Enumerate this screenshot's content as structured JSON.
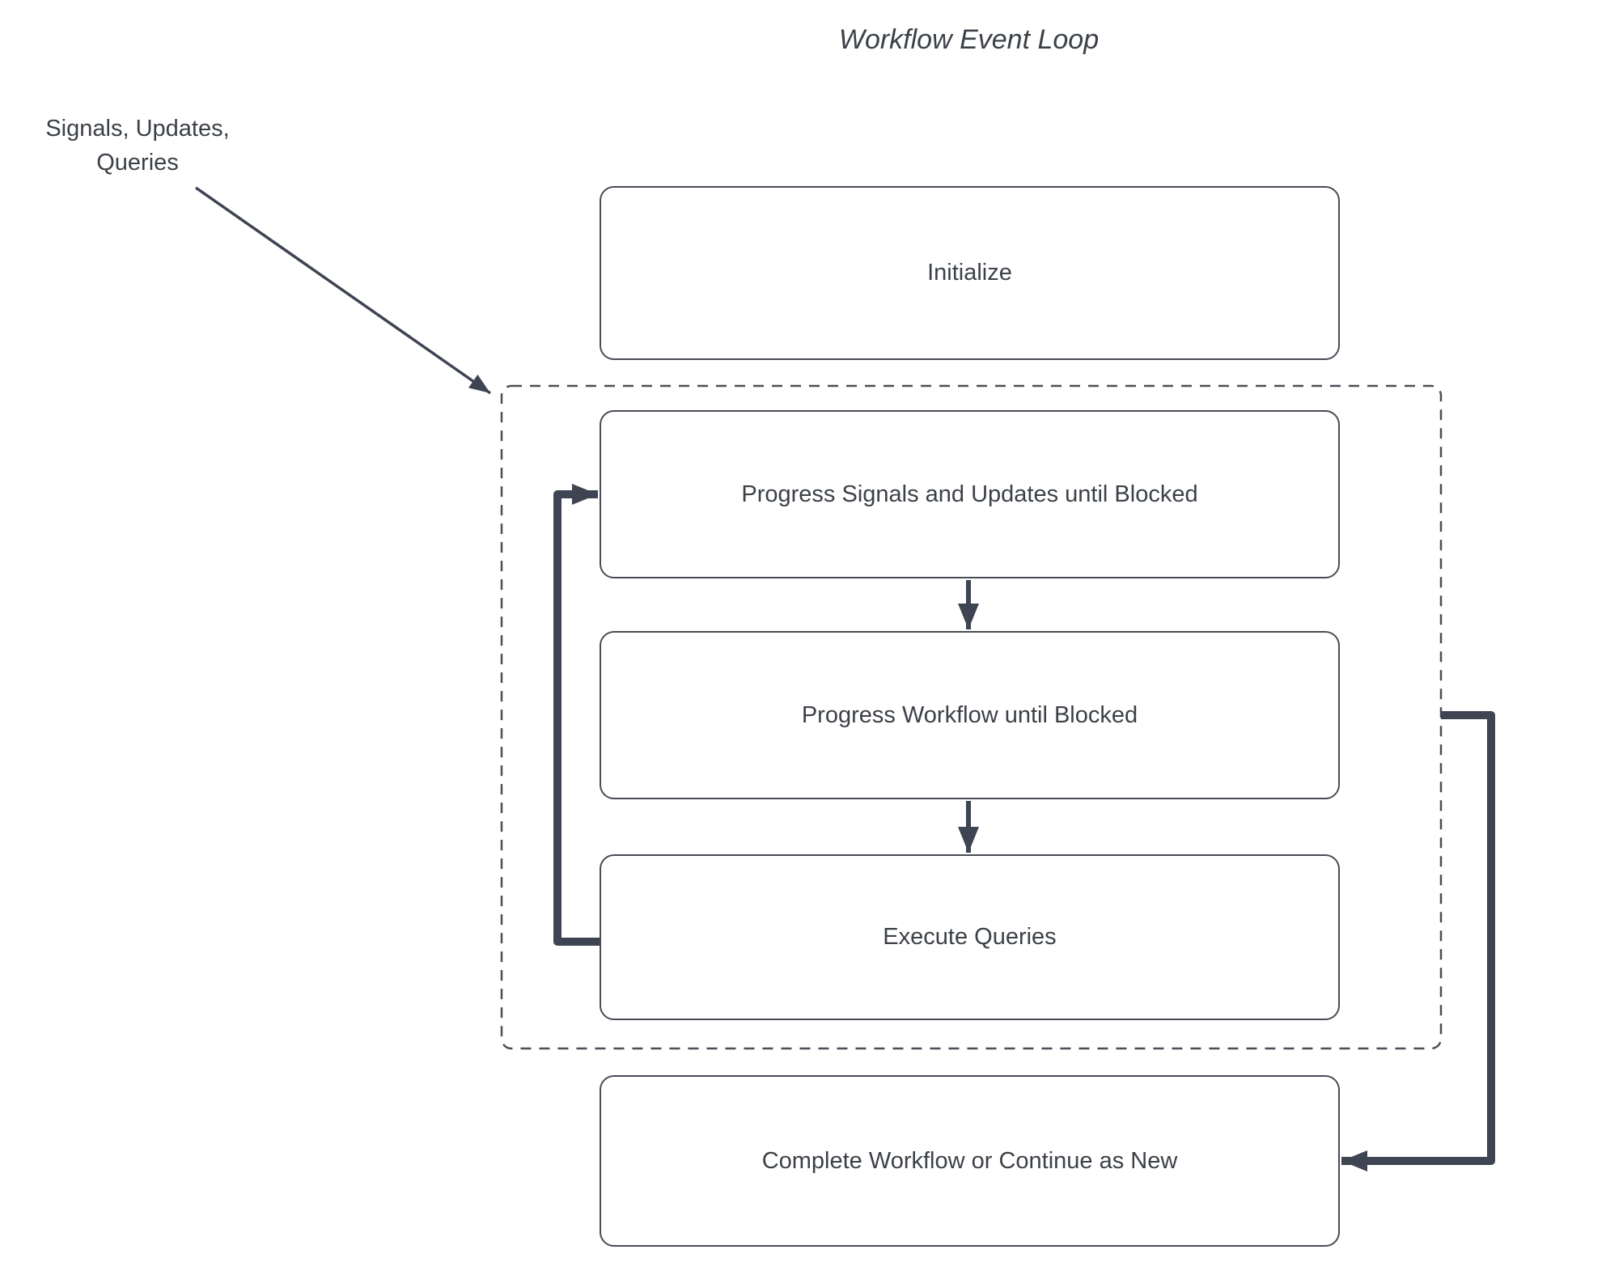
{
  "title": "Workflow Event Loop",
  "external_label": {
    "lines": [
      "Signals, Updates,",
      "Queries"
    ]
  },
  "nodes": {
    "initialize": "Initialize",
    "progress_signals": "Progress Signals and Updates until Blocked",
    "progress_workflow": "Progress Workflow until Blocked",
    "execute_queries": "Execute Queries",
    "complete": "Complete Workflow or Continue as New"
  },
  "colors": {
    "arrow": "#3e4452",
    "node_border": "#474c55",
    "dashed_boundary": "#4a4f59",
    "text": "#3c4147",
    "background": "#ffffff"
  }
}
